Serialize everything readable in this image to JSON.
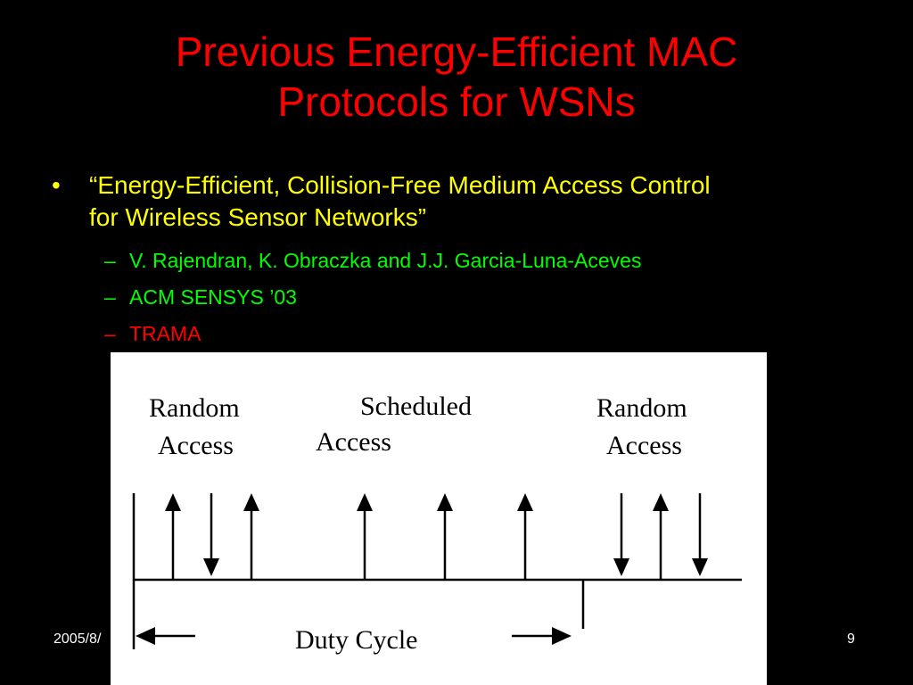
{
  "slide": {
    "title_line1": "Previous Energy-Efficient MAC",
    "title_line2": "Protocols for WSNs",
    "title_color": "#ff0000",
    "bullet": {
      "marker": "•",
      "text_line1": "“Energy-Efficient, Collision-Free Medium Access Control",
      "text_line2": "for Wireless Sensor Networks”",
      "color": "#ffff00"
    },
    "subitems": [
      {
        "dash": "–",
        "text": "V. Rajendran, K. Obraczka and J.J. Garcia-Luna-Aceves",
        "color": "#00ff00"
      },
      {
        "dash": "–",
        "text": "ACM SENSYS ’03",
        "color": "#00ff00"
      },
      {
        "dash": "–",
        "text": "TRAMA",
        "color": "#ff0000"
      }
    ],
    "footer_date": "2005/8/",
    "page_number": "9"
  },
  "diagram": {
    "labels": {
      "random_access_left": [
        "Random",
        "Access"
      ],
      "scheduled_access": [
        "Scheduled",
        "Access"
      ],
      "random_access_right": [
        "Random",
        "Access"
      ],
      "duty_cycle": "Duty Cycle"
    },
    "arrows": [
      "up",
      "down",
      "up",
      "up",
      "up",
      "up",
      "down",
      "up",
      "down"
    ]
  }
}
